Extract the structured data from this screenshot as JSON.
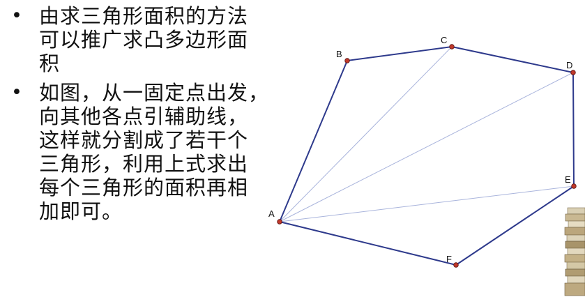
{
  "bullets": [
    {
      "lines": [
        "由求三角形面积的方法",
        "可以推广求凸多边形面",
        "积"
      ]
    },
    {
      "lines": [
        "如图，从一固定点出发，",
        "向其他各点引辅助线，",
        "这样就分割成了若干个",
        "三角形，利用上式求出",
        "每个三角形的面积再相",
        "加即可。"
      ]
    }
  ],
  "bullet_symbol": "•",
  "diagram": {
    "vertices": [
      {
        "label": "A"
      },
      {
        "label": "B"
      },
      {
        "label": "C"
      },
      {
        "label": "D"
      },
      {
        "label": "E"
      },
      {
        "label": "F"
      }
    ],
    "colors": {
      "polygon_edge": "#2e3a8c",
      "diagonal": "#a9b4dc",
      "vertex_fill": "#c0392b"
    }
  },
  "decoration": {
    "icon": "book-stack-icon"
  }
}
